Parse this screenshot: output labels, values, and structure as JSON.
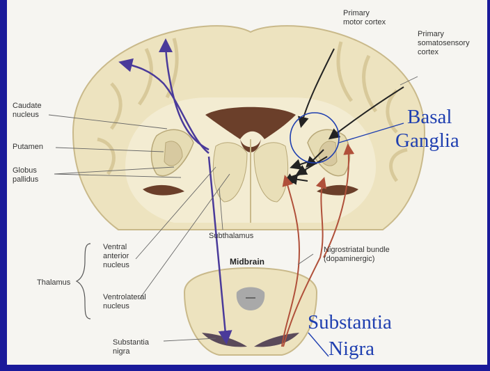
{
  "labels": {
    "primary_motor_cortex": [
      "Primary",
      "motor cortex"
    ],
    "primary_somatosensory_cortex": [
      "Primary",
      "somatosensory",
      "cortex"
    ],
    "caudate_nucleus": [
      "Caudate",
      "nucleus"
    ],
    "putamen": "Putamen",
    "globus_pallidus": [
      "Globus",
      "pallidus"
    ],
    "subthalamus": "Subthalamus",
    "ventral_anterior_nucleus": [
      "Ventral",
      "anterior",
      "nucleus"
    ],
    "thalamus": "Thalamus",
    "ventrolateral_nucleus": [
      "Ventrolateral",
      "nucleus"
    ],
    "midbrain": "Midbrain",
    "nigrostriatal_bundle": [
      "Nigrostriatal bundle",
      "(dopaminergic)"
    ],
    "substantia_nigra_small": [
      "Substantia",
      "nigra"
    ]
  },
  "annotations": {
    "basal_ganglia": [
      "Basal",
      "Ganglia"
    ],
    "substantia_nigra": [
      "Substantia",
      "Nigra"
    ]
  },
  "colors": {
    "slide_background": "#1a1a9a",
    "annotation_text": "#1f3fb0",
    "pathway_purple": "#4a3a9a",
    "pathway_red": "#b0503a",
    "pathway_black": "#222222"
  }
}
